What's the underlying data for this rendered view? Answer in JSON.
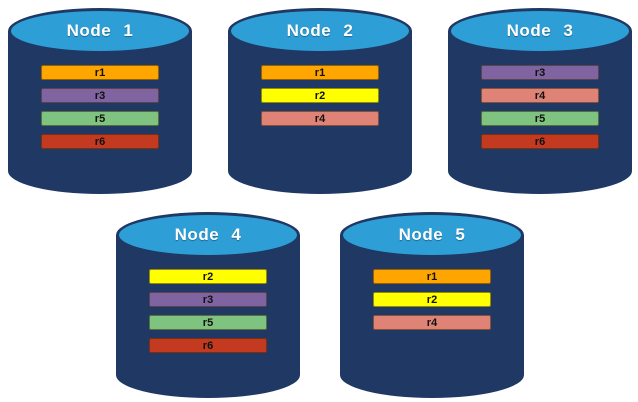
{
  "diagram": {
    "description": "Five database nodes with replicated records",
    "colors": {
      "cylinder_body": "#1F3864",
      "cylinder_top": "#2E9FD6",
      "background": "#FFFFFF",
      "r1": "#FFA500",
      "r2": "#FFFF00",
      "r3": "#8064A2",
      "r4": "#E08377",
      "r5": "#7EC480",
      "r6": "#C33A21"
    },
    "nodes": [
      {
        "title": "Node 1",
        "records": [
          {
            "label": "r1",
            "color": "#FFA500"
          },
          {
            "label": "r3",
            "color": "#8064A2"
          },
          {
            "label": "r5",
            "color": "#7EC480"
          },
          {
            "label": "r6",
            "color": "#C33A21"
          }
        ]
      },
      {
        "title": "Node 2",
        "records": [
          {
            "label": "r1",
            "color": "#FFA500"
          },
          {
            "label": "r2",
            "color": "#FFFF00"
          },
          {
            "label": "r4",
            "color": "#E08377"
          }
        ]
      },
      {
        "title": "Node 3",
        "records": [
          {
            "label": "r3",
            "color": "#8064A2"
          },
          {
            "label": "r4",
            "color": "#E08377"
          },
          {
            "label": "r5",
            "color": "#7EC480"
          },
          {
            "label": "r6",
            "color": "#C33A21"
          }
        ]
      },
      {
        "title": "Node 4",
        "records": [
          {
            "label": "r2",
            "color": "#FFFF00"
          },
          {
            "label": "r3",
            "color": "#8064A2"
          },
          {
            "label": "r5",
            "color": "#7EC480"
          },
          {
            "label": "r6",
            "color": "#C33A21"
          }
        ]
      },
      {
        "title": "Node 5",
        "records": [
          {
            "label": "r1",
            "color": "#FFA500"
          },
          {
            "label": "r2",
            "color": "#FFFF00"
          },
          {
            "label": "r4",
            "color": "#E08377"
          }
        ]
      }
    ]
  }
}
